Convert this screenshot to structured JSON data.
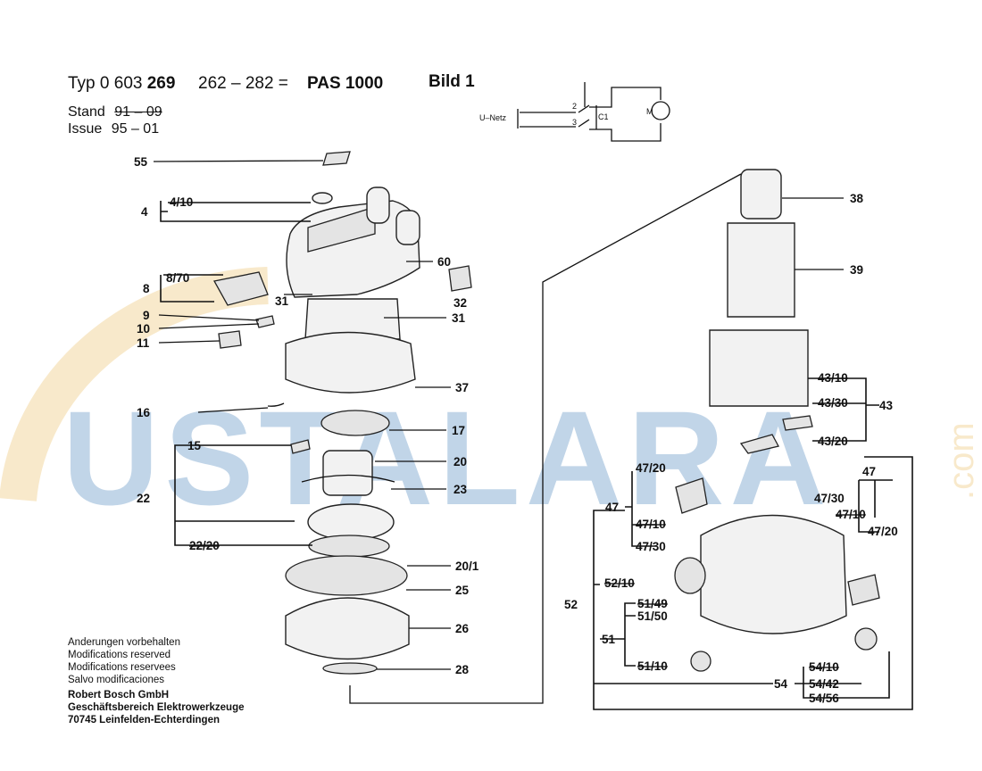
{
  "header": {
    "typ_label": "Typ 0 603 ",
    "typ_bold": "269",
    "typ_range": "262 – 282 =",
    "model": "PAS 1000",
    "bild": "Bild 1",
    "stand_label": "Stand",
    "stand_value": "91 – 09",
    "issue_label": "Issue",
    "issue_value": "95 – 01"
  },
  "schematic": {
    "u_netz": "U–Netz",
    "n2": "2",
    "n3": "3",
    "c1": "C1",
    "m": "M"
  },
  "watermark": {
    "text": "USTALARA",
    "suffix": ".com"
  },
  "callouts": {
    "p55": "55",
    "p4": "4",
    "p4_10": "4/10",
    "p60": "60",
    "p8_70": "8/70",
    "p8": "8",
    "p31a": "31",
    "p32": "32",
    "p9": "9",
    "p31b": "31",
    "p10": "10",
    "p11": "11",
    "p37": "37",
    "p16": "16",
    "p17": "17",
    "p15": "15",
    "p20": "20",
    "p22": "22",
    "p23": "23",
    "p22_20": "22/20",
    "p20_1": "20/1",
    "p25": "25",
    "p26": "26",
    "p28": "28",
    "p38": "38",
    "p39": "39",
    "p43_10": "43/10",
    "p43_30": "43/30",
    "p43": "43",
    "p43_20": "43/20",
    "p47r": "47",
    "p47_20a": "47/20",
    "p47_30a": "47/30",
    "p47_10a": "47/10",
    "p47_20b": "47/20",
    "p47l": "47",
    "p47_10b": "47/10",
    "p47_30b": "47/30",
    "p52_10": "52/10",
    "p52": "52",
    "p51_49": "51/49",
    "p51_50": "51/50",
    "p51": "51",
    "p51_10": "51/10",
    "p54_10": "54/10",
    "p54": "54",
    "p54_42": "54/42",
    "p54_56": "54/56"
  },
  "footer": {
    "line1": "Änderungen vorbehalten",
    "line2": "Modifications reserved",
    "line3": "Modifications reservees",
    "line4": "Salvo modificaciones",
    "line5": "Robert Bosch GmbH",
    "line6": "Geschäftsbereich Elektrowerkzeuge",
    "line7": "70745 Leinfelden-Echterdingen"
  },
  "colors": {
    "watermark_blue": "#8fb3d6",
    "watermark_orange": "#f3d7a0",
    "ink": "#111111"
  }
}
